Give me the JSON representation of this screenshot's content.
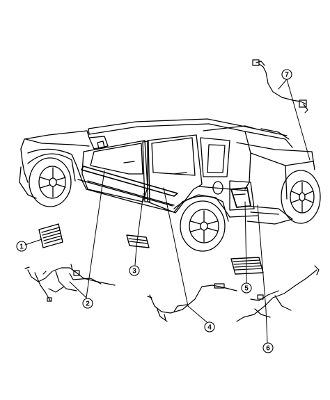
{
  "diagram": {
    "callouts": [
      {
        "number": "1",
        "part": "left-rocker-grille"
      },
      {
        "number": "2",
        "part": "front-door-wiring-harness"
      },
      {
        "number": "3",
        "part": "left-rear-door-grille"
      },
      {
        "number": "4",
        "part": "rear-door-wiring-harness"
      },
      {
        "number": "5",
        "part": "right-rear-grille"
      },
      {
        "number": "6",
        "part": "rear-body-wiring-harness"
      },
      {
        "number": "7",
        "part": "liftgate-wiring-connector"
      }
    ]
  }
}
